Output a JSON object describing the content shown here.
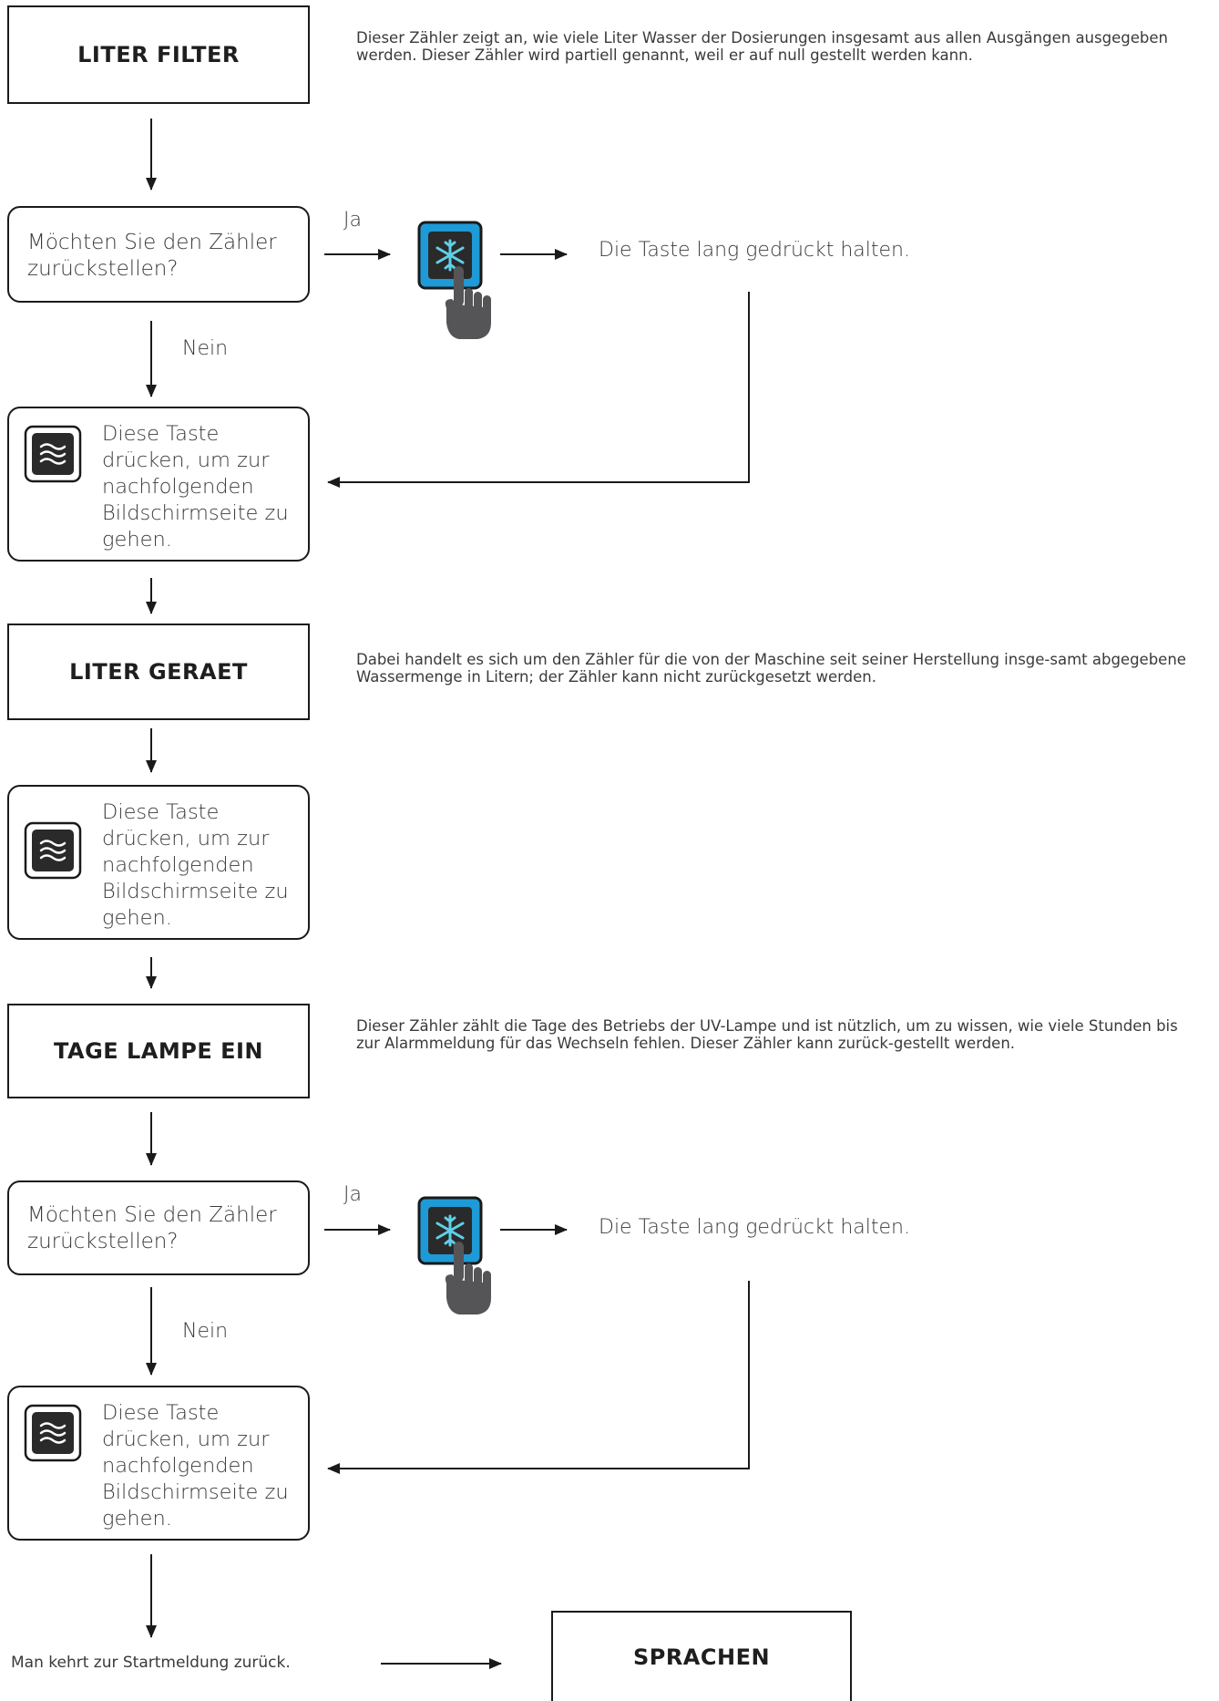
{
  "sections": {
    "liter_filter": {
      "title": "LITER FILTER",
      "desc": "Dieser Zähler zeigt an, wie viele Liter Wasser der Dosierungen insgesamt aus allen Ausgängen ausgegeben werden. Dieser Zähler wird partiell genannt, weil er auf null gestellt werden kann."
    },
    "liter_geraet": {
      "title": "LITER GERAET",
      "desc": "Dabei handelt es sich um den Zähler für die von der Maschine seit seiner Herstellung insge-samt abgegebene Wassermenge in Litern; der Zähler kann nicht zurückgesetzt werden."
    },
    "tage_lampe": {
      "title": "TAGE LAMPE EIN",
      "desc": "Dieser Zähler zählt die Tage des Betriebs der UV-Lampe und ist nützlich, um zu wissen, wie viele Stunden bis zur Alarmmeldung für das Wechseln fehlen. Dieser Zähler kann zurück-gestellt werden."
    },
    "sprachen": {
      "title": "SPRACHEN"
    }
  },
  "question": "Möchten Sie den Zähler zurückstellen?",
  "yes_label": "Ja",
  "no_label": "Nein",
  "hold_text": "Die Taste lang gedrückt halten.",
  "next_text": "Diese Taste drücken, um zur nachfolgenden Bildschirmseite zu gehen.",
  "return_text": "Man kehrt zur Startmeldung zurück.",
  "icons": {
    "wave_key": "waves-icon",
    "snow_key": "snowflake-icon",
    "hand": "pointing-hand-icon"
  },
  "colors": {
    "key_blue": "#1e9ad6",
    "key_dark": "#2a2a2a",
    "snow_cyan": "#5fd0e8",
    "hand_gray": "#555558",
    "line": "#1a1a1a"
  }
}
